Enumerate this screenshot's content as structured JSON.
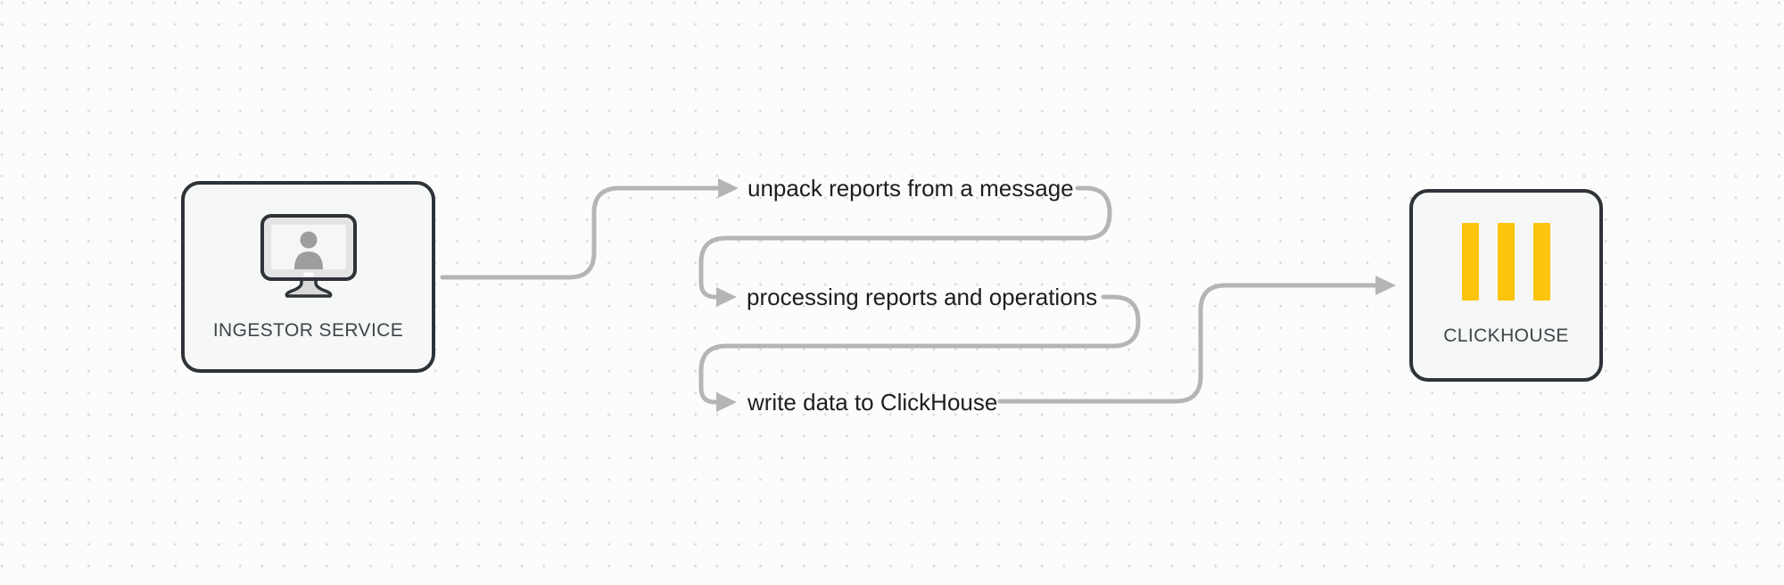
{
  "diagram": {
    "nodes": [
      {
        "id": "ingestor",
        "label": "INGESTOR SERVICE",
        "icon": "monitor-user-icon"
      },
      {
        "id": "clickhouse",
        "label": "CLICKHOUSE",
        "icon": "clickhouse-bars-icon"
      }
    ],
    "steps": [
      "unpack reports from a message",
      "processing reports and operations",
      "write data to ClickHouse"
    ],
    "flow": [
      "ingestor -> unpack reports from a message",
      "unpack reports from a message -> processing reports and operations",
      "processing reports and operations -> write data to ClickHouse",
      "write data to ClickHouse -> clickhouse"
    ],
    "colors": {
      "connector": "#b5b5b5",
      "node_border": "#2e3338",
      "node_fill": "#f6f7f7",
      "clickhouse_yellow": "#fdc40d",
      "step_text": "#1e1e20",
      "node_label": "#40454a",
      "icon_person": "#9d9d9d",
      "icon_bezel": "#e4e4e4",
      "icon_screen": "#f6f6f6",
      "icon_stand": "#d9d9d9",
      "grid_dot": "#dcdcdc",
      "canvas_bg": "#fcfcfc"
    }
  }
}
